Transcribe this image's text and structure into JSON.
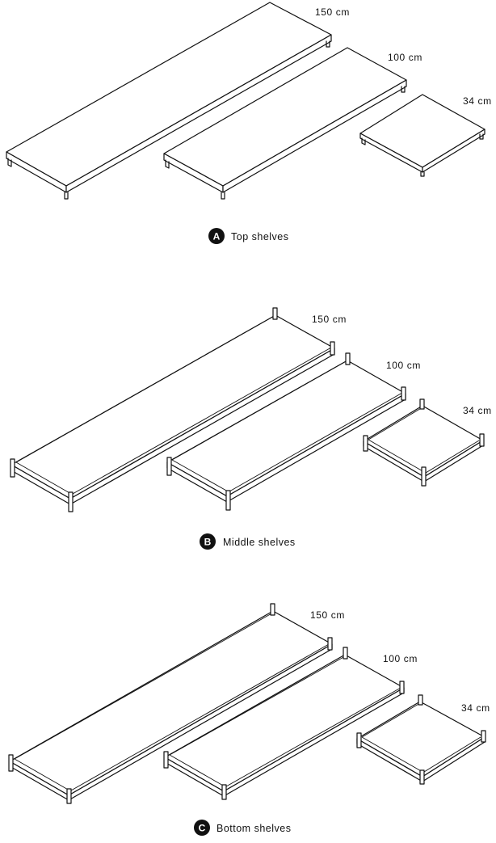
{
  "sections": [
    {
      "id": "top",
      "badge": "A",
      "caption": "Top shelves",
      "shelves": [
        {
          "size_label": "150 cm"
        },
        {
          "size_label": "100 cm"
        },
        {
          "size_label": "34 cm"
        }
      ]
    },
    {
      "id": "middle",
      "badge": "B",
      "caption": "Middle shelves",
      "shelves": [
        {
          "size_label": "150 cm"
        },
        {
          "size_label": "100 cm"
        },
        {
          "size_label": "34 cm"
        }
      ]
    },
    {
      "id": "bottom",
      "badge": "C",
      "caption": "Bottom shelves",
      "shelves": [
        {
          "size_label": "150 cm"
        },
        {
          "size_label": "100 cm"
        },
        {
          "size_label": "34 cm"
        }
      ]
    }
  ]
}
